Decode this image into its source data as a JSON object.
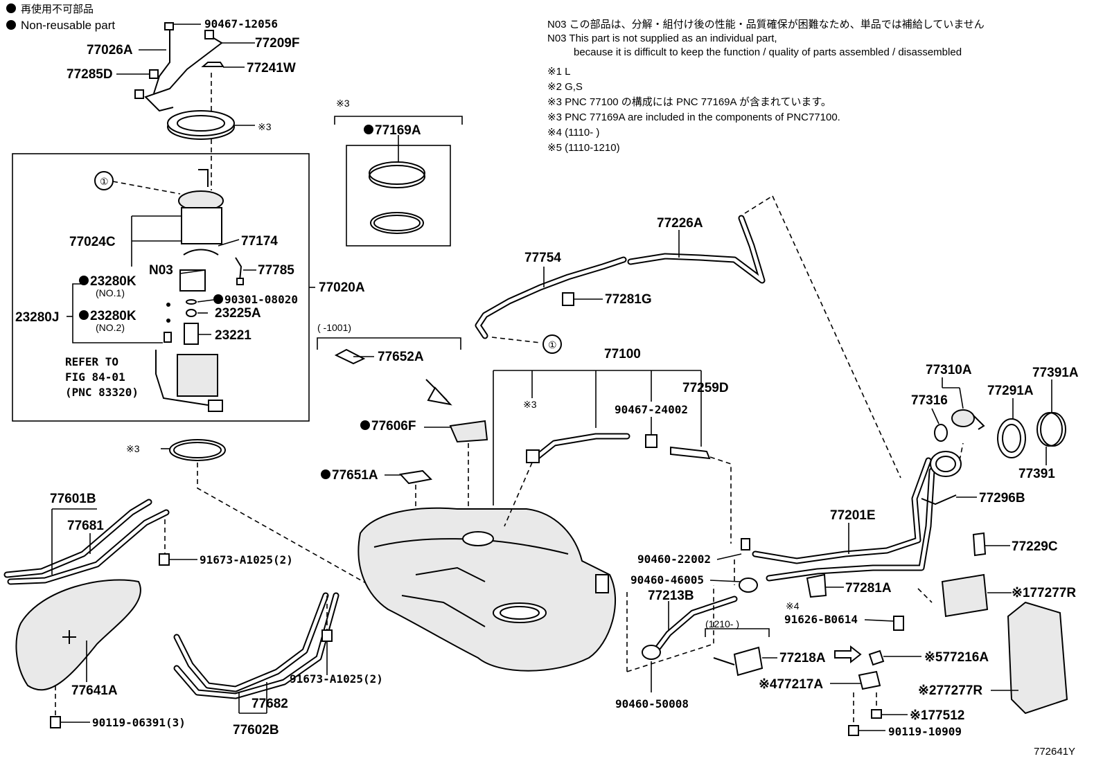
{
  "legend": {
    "jp": "再使用不可部品",
    "en": "Non-reusable part"
  },
  "notes": [
    "N03 この部品は、分解・組付け後の性能・品質確保が困難なため、単品では補給していません",
    "N03 This part is not supplied as an individual part,",
    "because it is difficult to keep the function / quality of parts assembled / disassembled",
    "※1 L",
    "※2 G,S",
    "※3 PNC 77100 の構成には PNC 77169A が含まれています。",
    "※3 PNC 77169A are included in the components of PNC77100.",
    "※4 (1110-      )",
    "※5 (1110-1210)"
  ],
  "labels": {
    "p90467_12056": "90467-12056",
    "p77026A": "77026A",
    "p77209F": "77209F",
    "p77285D": "77285D",
    "p77241W": "77241W",
    "ref3_ring": "※3",
    "circle1": "①",
    "p77024C": "77024C",
    "p77174": "77174",
    "n03": "N03",
    "p77785": "77785",
    "p23280K_1": "23280K",
    "no1": "(NO.1)",
    "p90301": "90301-08020",
    "p77020A": "77020A",
    "p23280J": "23280J",
    "p23280K_2": "23280K",
    "no2": "(NO.2)",
    "p23225A": "23225A",
    "p23221": "23221",
    "refer1": "REFER TO",
    "refer2": "FIG 84-01",
    "refer3": "(PNC 83320)",
    "ref3_gasket": "※3",
    "box3_note": "※3",
    "p77169A": "77169A",
    "p77226A": "77226A",
    "p77754": "77754",
    "p77281G": "77281G",
    "circle1b": "①",
    "range1001": "(      -1001)",
    "p77652A": "77652A",
    "p77606F": "77606F",
    "p77651A": "77651A",
    "p77100": "77100",
    "ref3_tank": "※3",
    "p90467_24002": "90467-24002",
    "p77259D": "77259D",
    "p77310A": "77310A",
    "p77316": "77316",
    "p77291A": "77291A",
    "p77391A": "77391A",
    "p77391": "77391",
    "p77296B": "77296B",
    "p77201E": "77201E",
    "p77229C": "77229C",
    "p90460_22002": "90460-22002",
    "p90460_46005": "90460-46005",
    "p77213B": "77213B",
    "p77281A": "77281A",
    "ref4": "※4",
    "p91626": "91626-B0614",
    "p177277R": "※177277R",
    "range1210": "(1210-      )",
    "p77218A": "77218A",
    "p77216A": "※577216A",
    "p77217A": "※477217A",
    "p277277R": "※277277R",
    "p90460_50008": "90460-50008",
    "p177512": "※177512",
    "p90119_10909": "90119-10909",
    "p77601B": "77601B",
    "p77681": "77681",
    "p91673_1": "91673-A1025(2)",
    "p77641A": "77641A",
    "p90119_06391": "90119-06391(3)",
    "p91673_2": "91673-A1025(2)",
    "p77682": "77682",
    "p77602B": "77602B",
    "fig_id": "772641Y"
  }
}
